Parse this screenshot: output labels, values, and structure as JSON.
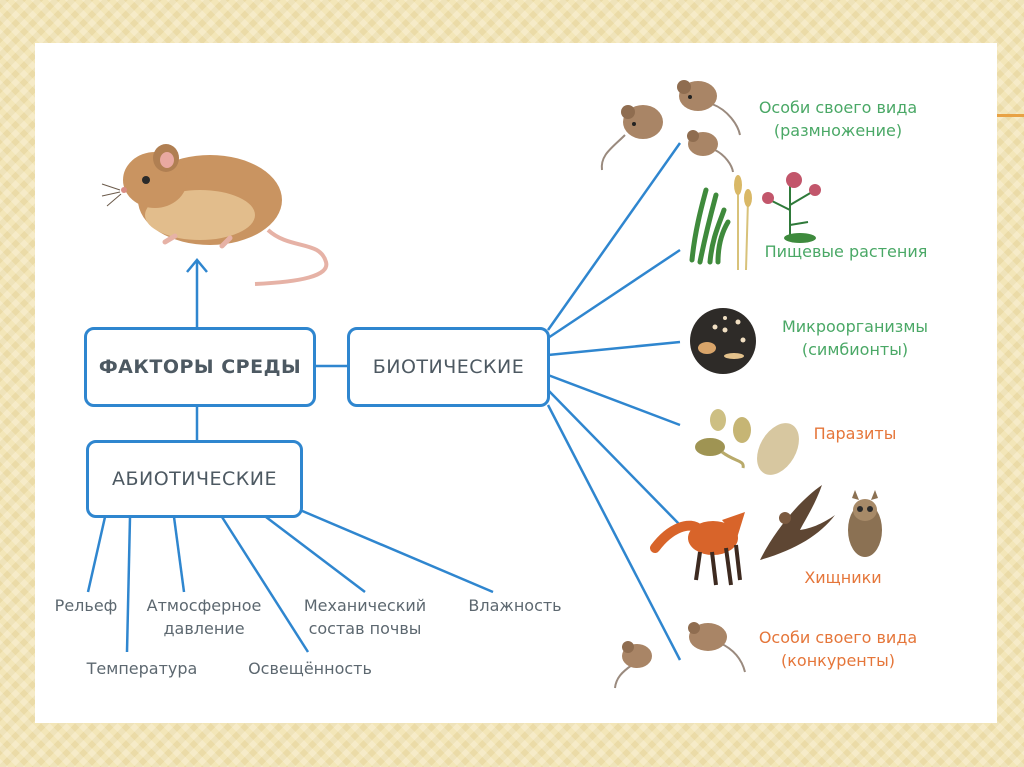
{
  "diagram": {
    "central_box": "ФАКТОРЫ СРЕДЫ",
    "biotic_box": "БИОТИЧЕСКИЕ",
    "abiotic_box": "АБИОТИЧЕСКИЕ",
    "abiotic_factors": {
      "relief": [
        "Рельеф"
      ],
      "temperature": [
        "Температура"
      ],
      "pressure": [
        "Атмосферное",
        "давление"
      ],
      "light": [
        "Освещённость"
      ],
      "soil": [
        "Механический",
        "состав почвы"
      ],
      "humidity": [
        "Влажность"
      ]
    },
    "biotic_factors": {
      "same_species_reproduction": [
        "Особи своего вида",
        "(размножение)"
      ],
      "food_plants": [
        "Пищевые растения"
      ],
      "microorganisms": [
        "Микроорганизмы",
        "(симбионты)"
      ],
      "parasites": [
        "Паразиты"
      ],
      "predators": [
        "Хищники"
      ],
      "same_species_competitors": [
        "Особи своего вида",
        "(конкуренты)"
      ]
    },
    "colors": {
      "box_border": "#2f86cf",
      "line": "#2f86cf",
      "abiotic_text": "#5d6870",
      "green_text": "#4aa866",
      "orange_text": "#e5763a"
    },
    "icons": [
      "mouse-icon",
      "mice-group-icon",
      "plants-icon",
      "microbes-icon",
      "parasites-icon",
      "fox-icon",
      "hawk-icon",
      "owl-icon",
      "competitor-mice-icon"
    ]
  }
}
